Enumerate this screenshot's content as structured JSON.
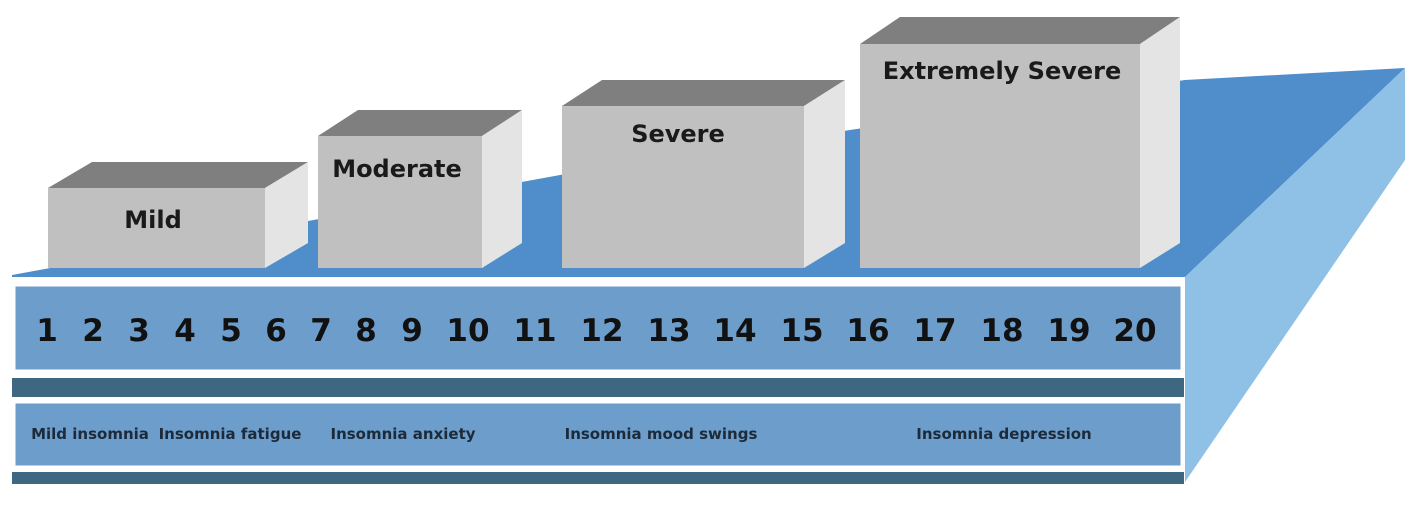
{
  "severity_levels": [
    {
      "label": "Mild"
    },
    {
      "label": "Moderate"
    },
    {
      "label": "Severe"
    },
    {
      "label": "Extremely Severe"
    }
  ],
  "scale_numbers": [
    "1",
    "2",
    "3",
    "4",
    "5",
    "6",
    "7",
    "8",
    "9",
    "10",
    "11",
    "12",
    "13",
    "14",
    "15",
    "16",
    "17",
    "18",
    "19",
    "20"
  ],
  "symptoms": [
    {
      "label": "Mild insomnia"
    },
    {
      "label": "Insomnia fatigue"
    },
    {
      "label": "Insomnia anxiety"
    },
    {
      "label": "Insomnia mood swings"
    },
    {
      "label": "Insomnia depression"
    }
  ],
  "colors": {
    "platform_top": "#4f8ecb",
    "platform_side": "#8fc0e6",
    "band_fill": "#6d9ecb",
    "band_border": "#ffffff",
    "dark_stripe": "#3e6782",
    "box_front": "#c0c0c0",
    "box_top": "#7f7f7f",
    "box_side": "#e4e4e4"
  }
}
